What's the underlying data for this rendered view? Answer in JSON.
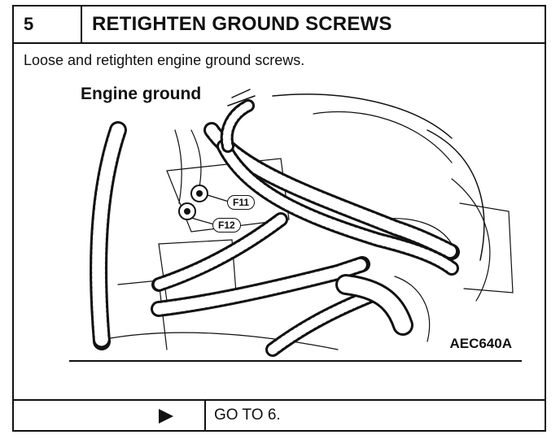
{
  "step": {
    "number": "5",
    "title": "RETIGHTEN GROUND SCREWS"
  },
  "instruction": "Loose and retighten engine ground screws.",
  "figure": {
    "label": "Engine ground",
    "callouts": [
      "F11",
      "F12"
    ],
    "code": "AEC640A"
  },
  "result": {
    "arrow_icon": "right-triangle-arrow",
    "action": "GO TO 6."
  }
}
